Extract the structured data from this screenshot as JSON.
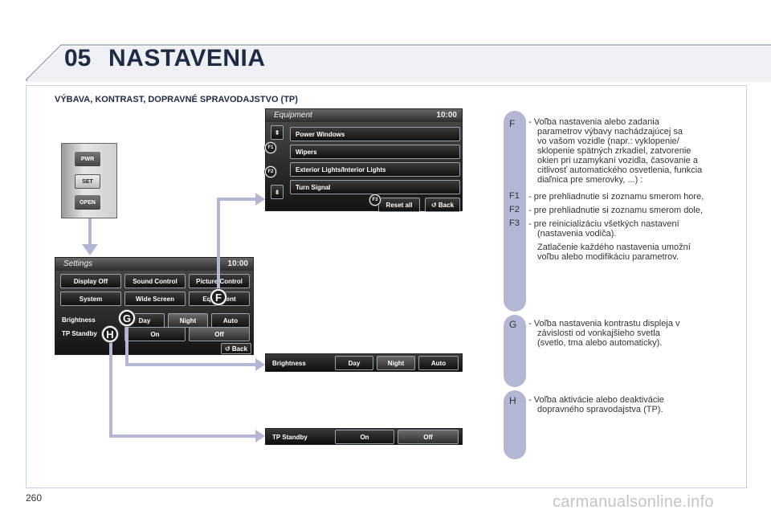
{
  "header": {
    "chapter_number": "05",
    "chapter_title": "NASTAVENIA"
  },
  "section_title": "VÝBAVA, KONTRAST, DOPRAVNÉ SPRAVODAJSTVO (TP)",
  "page_number": "260",
  "watermark": "carmanualsonline.info",
  "hardware": {
    "keys": [
      "PWR",
      "SET",
      "OPEN"
    ]
  },
  "equipment_screen": {
    "title": "Equipment",
    "time": "10:00",
    "items": [
      "Power Windows",
      "Wipers",
      "Exterior Lights/Interior Lights",
      "Turn Signal"
    ],
    "scroll_up": "⇞",
    "scroll_down": "⇟",
    "reset_label": "Reset all",
    "back_label": "Back"
  },
  "settings_screen": {
    "title": "Settings",
    "time": "10:00",
    "row1": [
      "Display Off",
      "Sound Control",
      "Picture Control"
    ],
    "row2": [
      "System",
      "Wide Screen",
      "Equipment"
    ],
    "brightness_label": "Brightness",
    "brightness_options": [
      "Day",
      "Night",
      "Auto"
    ],
    "tp_label": "TP Standby",
    "tp_options": [
      "On",
      "Off"
    ],
    "back_label": "Back"
  },
  "brightness_strip": {
    "label": "Brightness",
    "options": [
      "Day",
      "Night",
      "Auto"
    ]
  },
  "tp_strip": {
    "label": "TP Standby",
    "options": [
      "On",
      "Off"
    ]
  },
  "markers": {
    "F": "F",
    "G": "G",
    "H": "H",
    "F1": "F1",
    "F2": "F2",
    "F3": "F3"
  },
  "descriptions": {
    "F_letter": "F",
    "F_lines": [
      "- Voľba nastavenia alebo zadania",
      "parametrov výbavy nachádzajúcej sa",
      "vo vašom vozidle (napr.: vyklopenie/",
      "sklopenie spätných zrkadiel, zatvorenie",
      "okien pri uzamykaní vozidla, časovanie a",
      "citlivosť automatického osvetlenia, funkcia",
      "diaľnica pre smerovky, ...) :"
    ],
    "F1_key": "F1",
    "F1_text": "- pre prehliadnutie si zoznamu smerom hore,",
    "F2_key": "F2",
    "F2_text": "- pre prehliadnutie si zoznamu smerom dole,",
    "F3_key": "F3",
    "F3_lines": [
      "- pre reinicializáciu všetkých nastavení",
      "(nastavenia vodiča)."
    ],
    "F_note": [
      "Zatlačenie každého nastavenia umožní",
      "voľbu alebo modifikáciu parametrov."
    ],
    "G_letter": "G",
    "G_lines": [
      "- Voľba nastavenia kontrastu displeja v",
      "závislosti od vonkajšieho svetla",
      "(svetlo, tma alebo automaticky)."
    ],
    "H_letter": "H",
    "H_lines": [
      "- Voľba aktivácie alebo deaktivácie",
      "dopravného spravodajstva (TP)."
    ]
  }
}
